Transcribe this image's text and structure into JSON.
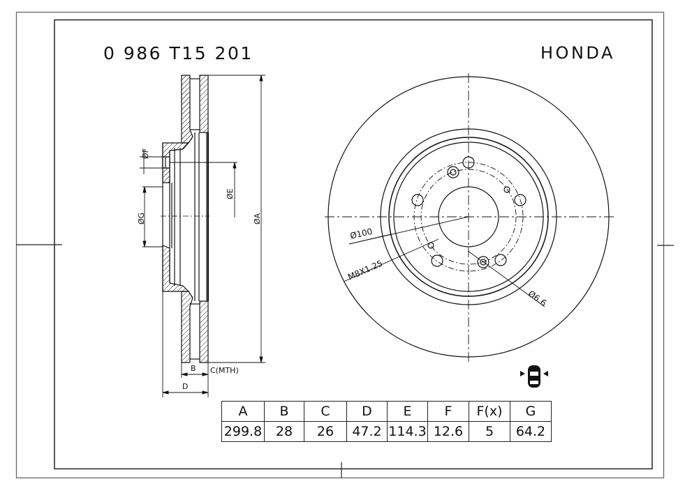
{
  "header": {
    "part_number": "0 986 T15 201",
    "brand": "HONDA"
  },
  "side_view": {
    "labels": {
      "dia_f": "ØF",
      "dia_g": "ØG",
      "dia_e": "ØE",
      "dia_a": "ØA",
      "b": "B",
      "c": "C(MTH)",
      "d": "D"
    }
  },
  "front_view": {
    "labels": {
      "pcd": "Ø100",
      "thread": "M8X1.25",
      "hole": "Ø6.6"
    }
  },
  "icon": {
    "name": "car-axle-position-icon",
    "description": "front axle indicator"
  },
  "spec_table": {
    "headers": [
      "A",
      "B",
      "C",
      "D",
      "E",
      "F",
      "F(x)",
      "G"
    ],
    "values": [
      "299.8",
      "28",
      "26",
      "47.2",
      "114.3",
      "12.6",
      "5",
      "64.2"
    ]
  }
}
